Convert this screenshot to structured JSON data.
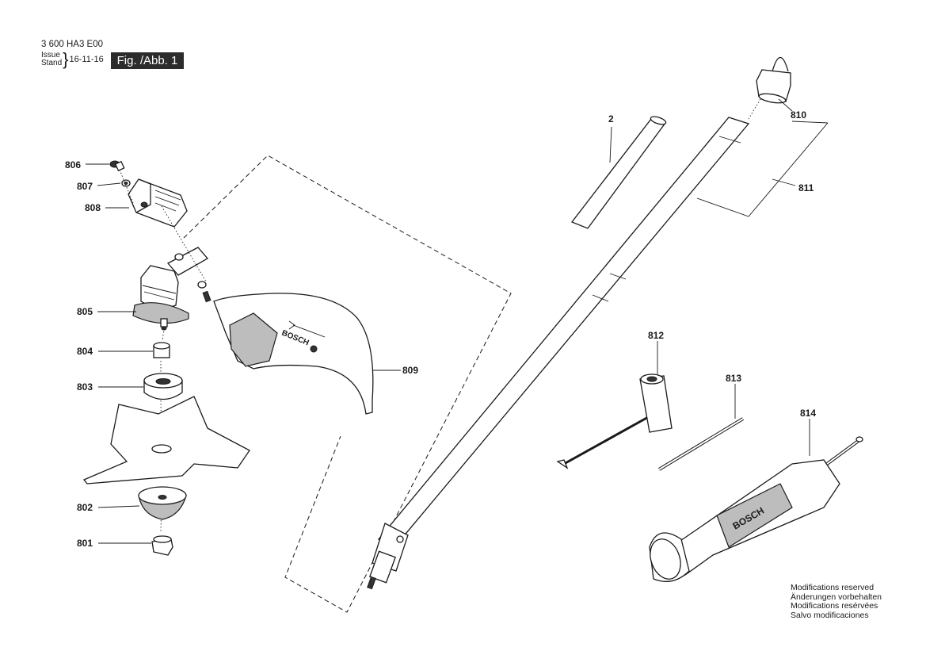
{
  "header": {
    "doc_number": "3 600 HA3 E00",
    "issue_label": "Issue",
    "stand_label": "Stand",
    "date": "16-11-16",
    "figure_label": "Fig. /Abb. 1"
  },
  "parts": {
    "p2": "2",
    "p801": "801",
    "p802": "802",
    "p803": "803",
    "p804": "804",
    "p805": "805",
    "p806": "806",
    "p807": "807",
    "p808": "808",
    "p809": "809",
    "p810": "810",
    "p811": "811",
    "p812": "812",
    "p813": "813",
    "p814": "814"
  },
  "brand": "BOSCH",
  "notice": [
    "Modifications reserved",
    "Änderungen vorbehalten",
    "Modifications resérvées",
    "Salvo modificaciones"
  ]
}
